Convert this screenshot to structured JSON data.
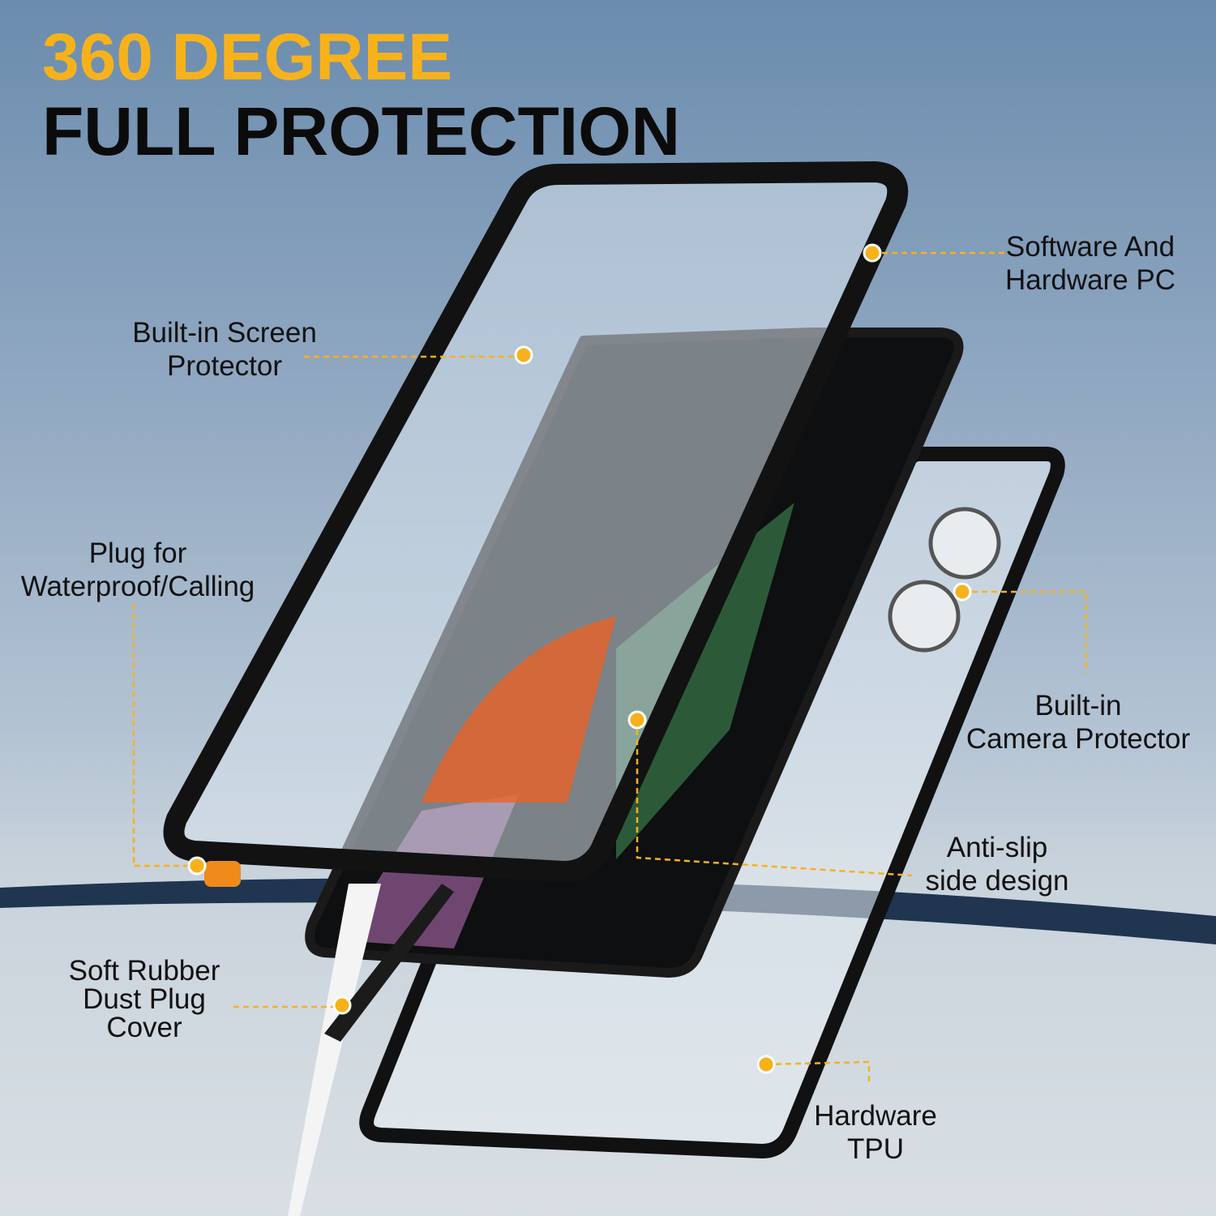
{
  "headline": {
    "line1": "360 DEGREE",
    "line2": "FULL PROTECTION"
  },
  "callouts": {
    "pc": {
      "line1": "Software And",
      "line2": "Hardware PC"
    },
    "screen": {
      "line1": "Built-in Screen",
      "line2": "Protector"
    },
    "plug": {
      "line1": "Plug for",
      "line2": "Waterproof/Calling"
    },
    "camera": {
      "line1": "Built-in",
      "line2": "Camera Protector"
    },
    "antislip": {
      "line1": "Anti-slip",
      "line2": "side design"
    },
    "dust": {
      "line1": "Soft Rubber",
      "line2": "Dust Plug",
      "line3": "Cover"
    },
    "tpu": {
      "line1": "Hardware",
      "line2": "TPU"
    }
  },
  "colors": {
    "accent": "#f7b21b",
    "title": "#0b0b0b",
    "background": "#8ea6c0"
  }
}
